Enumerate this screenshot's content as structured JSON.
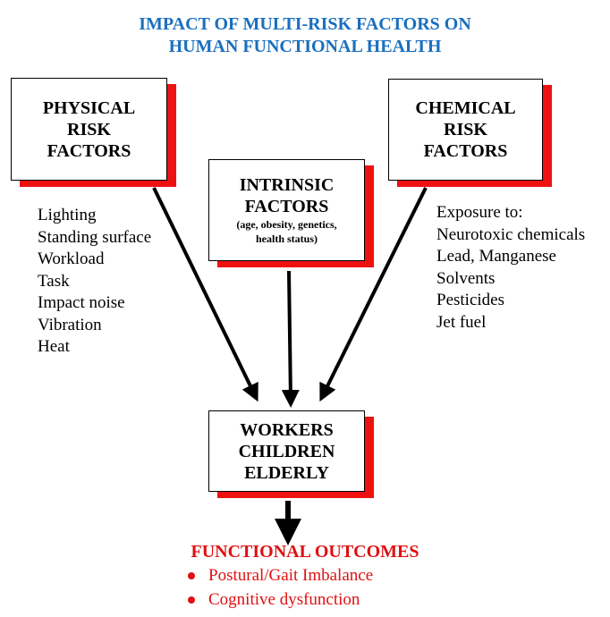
{
  "title": {
    "line1": "IMPACT OF MULTI-RISK FACTORS ON",
    "line2": "HUMAN FUNCTIONAL HEALTH"
  },
  "boxes": {
    "physical": [
      "PHYSICAL",
      "RISK",
      "FACTORS"
    ],
    "chemical": [
      "CHEMICAL",
      "RISK",
      "FACTORS"
    ],
    "intrinsic": {
      "lines": [
        "INTRINSIC",
        "FACTORS"
      ],
      "sub": [
        "(age, obesity, genetics,",
        "health status)"
      ]
    },
    "population": [
      "WORKERS",
      "CHILDREN",
      "ELDERLY"
    ]
  },
  "physical_list": [
    "Lighting",
    "Standing surface",
    "Workload",
    "Task",
    "Impact noise",
    "Vibration",
    "Heat"
  ],
  "chemical_list": [
    "Exposure to:",
    "Neurotoxic chemicals",
    "Lead, Manganese",
    "Solvents",
    "Pesticides",
    "Jet fuel"
  ],
  "outcomes": {
    "title": "FUNCTIONAL OUTCOMES",
    "items": [
      "Postural/Gait Imbalance",
      "Cognitive dysfunction"
    ]
  },
  "colors": {
    "title": "#1a6fbf",
    "shadow": "#ee1111",
    "outcomes": "#e01010"
  }
}
